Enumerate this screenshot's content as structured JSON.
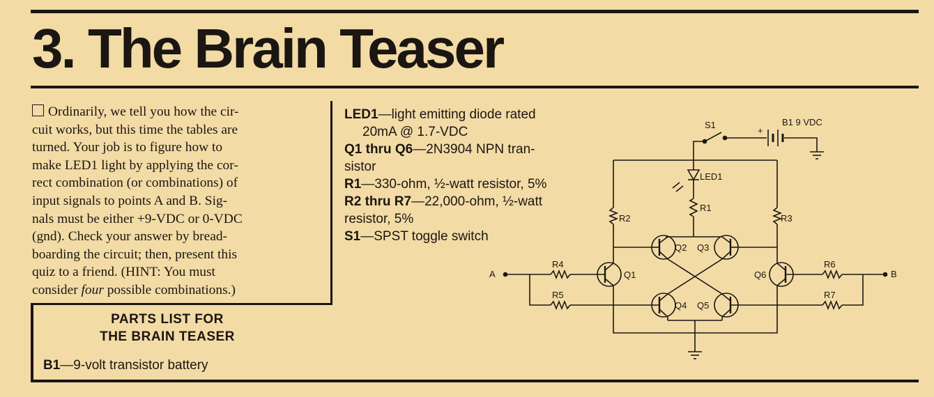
{
  "title": "3. The Brain Teaser",
  "body": {
    "lines": [
      "Ordinarily, we tell you how the cir-",
      "cuit works, but this time the tables are",
      "turned. Your job is to figure how to",
      "make LED1 light by applying the cor-",
      "rect combination (or combinations) of",
      "input signals to points A and B. Sig-",
      "nals must be either +9-VDC or 0-VDC",
      "(gnd). Check your answer by bread-",
      "boarding the circuit; then, present this",
      "quiz to a friend. (HINT: You must"
    ],
    "last_pre": "consider ",
    "last_em": "four",
    "last_post": " possible combinations.)"
  },
  "parts_list": {
    "heading_1": "PARTS LIST FOR",
    "heading_2": "THE BRAIN TEASER",
    "b1": {
      "ref": "B1",
      "desc": "—9-volt transistor battery"
    },
    "led1": {
      "ref": "LED1",
      "desc": "—light emitting diode rated",
      "desc2": "20mA @ 1.7-VDC"
    },
    "q": {
      "ref": "Q1 thru Q6",
      "desc": "—2N3904 NPN tran-",
      "desc2": "sistor"
    },
    "r1": {
      "ref": "R1",
      "desc": "—330-ohm, ½-watt resistor, 5%"
    },
    "r2": {
      "ref": "R2 thru R7",
      "desc": "—22,000-ohm, ½-watt",
      "desc2": "resistor, 5%"
    },
    "s1": {
      "ref": "S1",
      "desc": "—SPST toggle switch"
    }
  },
  "schematic": {
    "s1": "S1",
    "b1": "B1 9 VDC",
    "plus": "+",
    "led1": "LED1",
    "r1": "R1",
    "r2": "R2",
    "r3": "R3",
    "r4": "R4",
    "r5": "R5",
    "r6": "R6",
    "r7": "R7",
    "q1": "Q1",
    "q2": "Q2",
    "q3": "Q3",
    "q4": "Q4",
    "q5": "Q5",
    "q6": "Q6",
    "a": "A",
    "b": "B"
  }
}
